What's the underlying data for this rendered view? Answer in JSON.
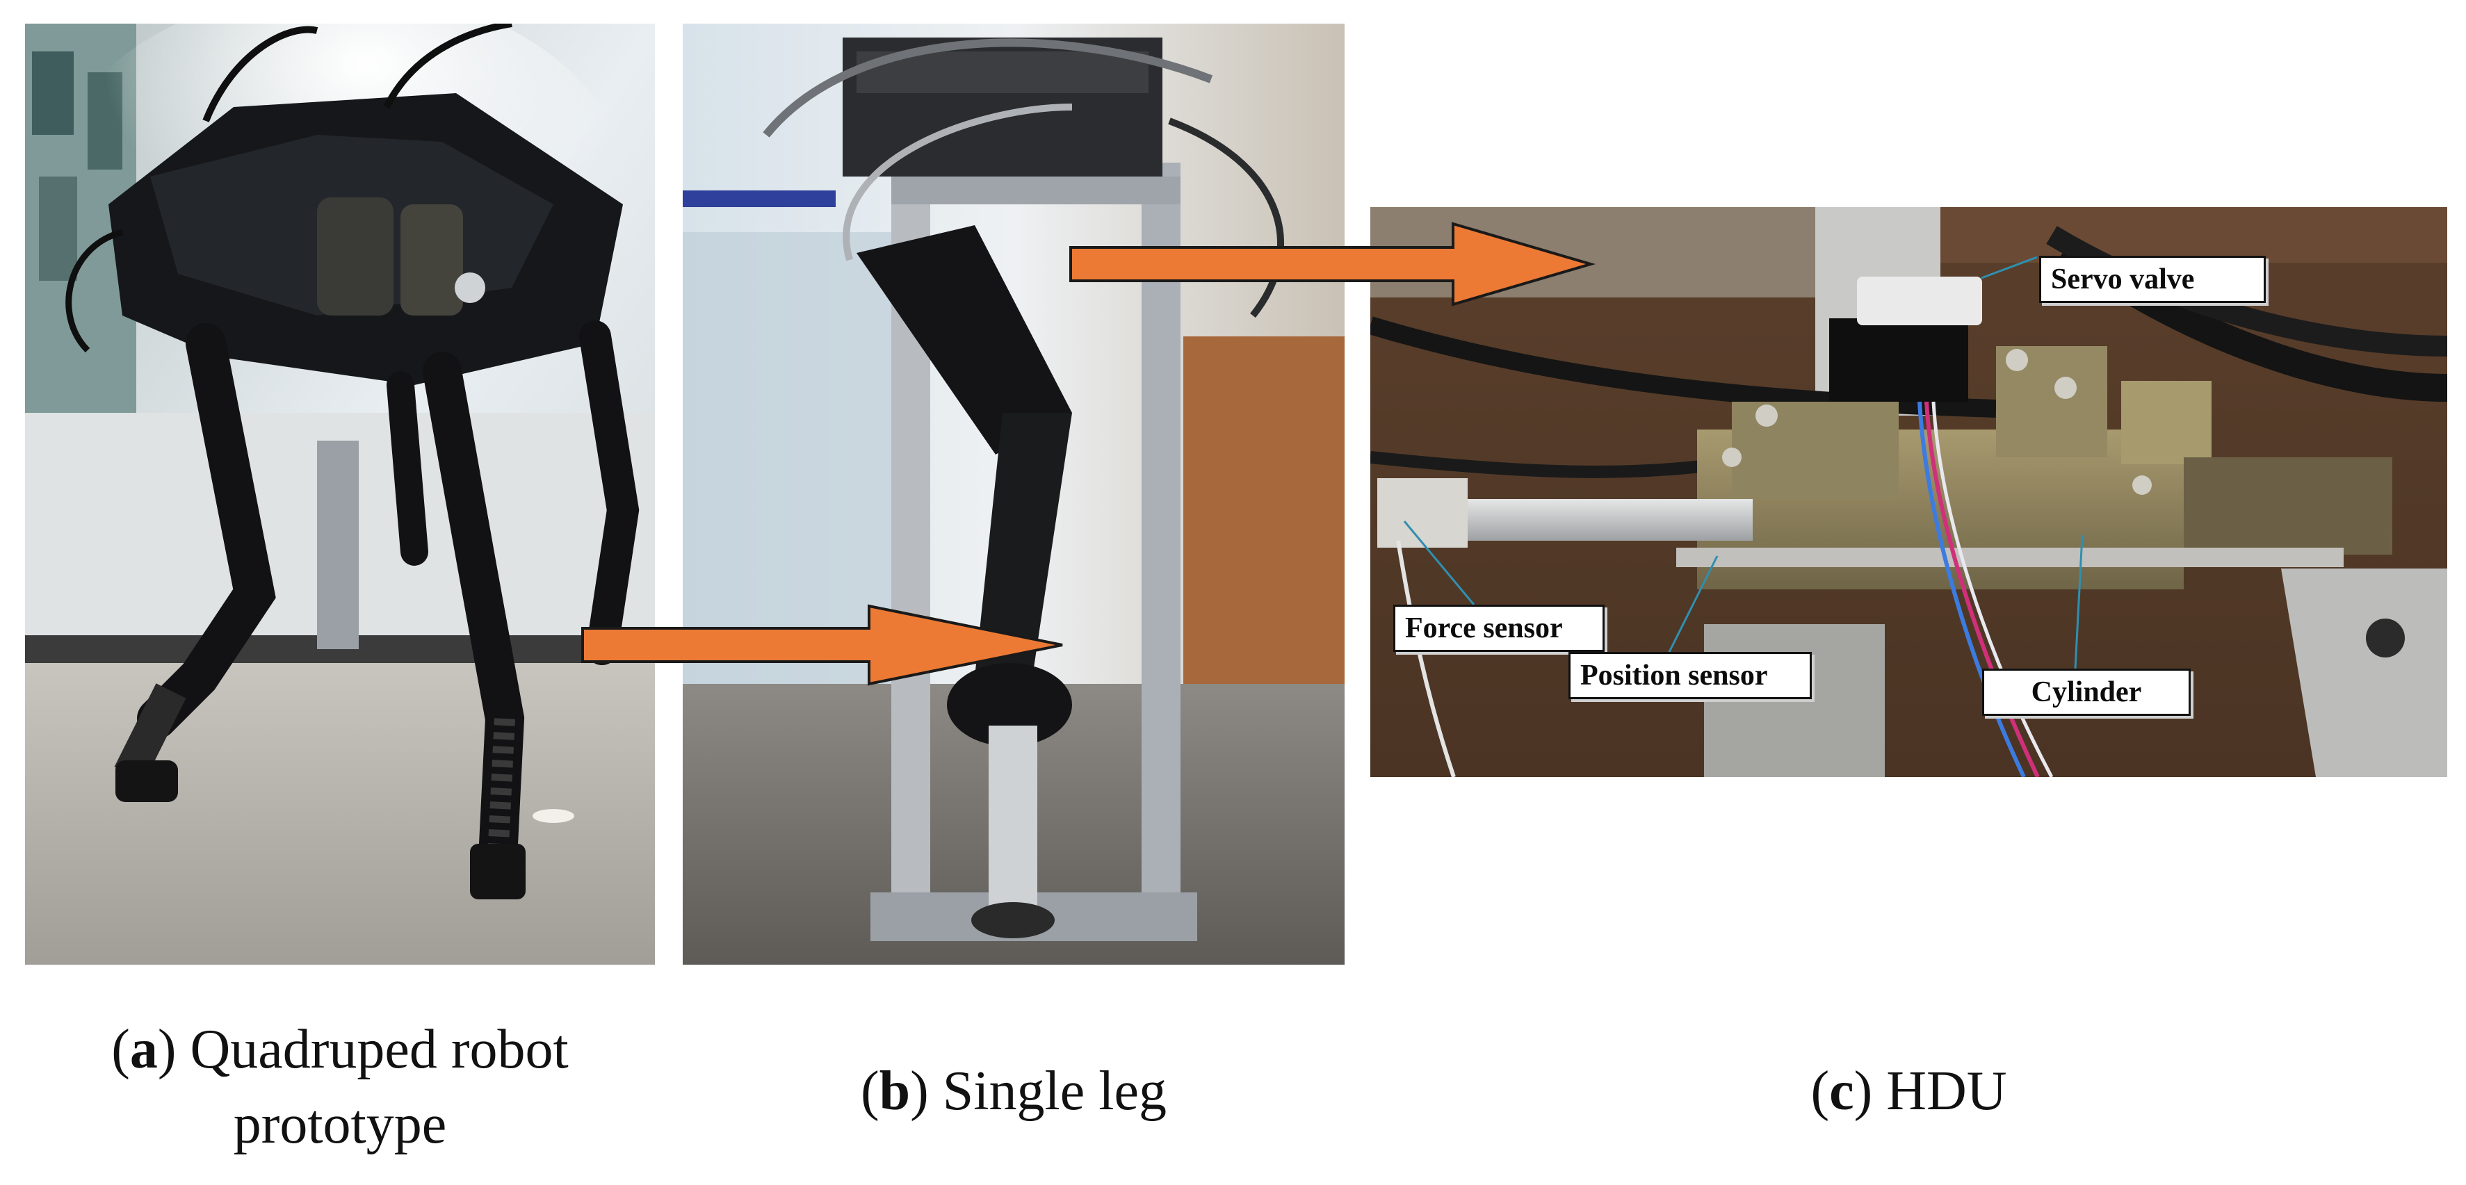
{
  "figure": {
    "panels": [
      {
        "letter": "a",
        "caption_line1": "Quadruped robot",
        "caption_line2": "prototype",
        "photo_icon": "quadruped-robot-photo"
      },
      {
        "letter": "b",
        "caption": "Single leg",
        "photo_icon": "single-leg-photo"
      },
      {
        "letter": "c",
        "caption": "HDU",
        "photo_icon": "hdu-photo",
        "callouts": {
          "servo_valve": "Servo valve",
          "force_sensor": "Force sensor",
          "position_sensor": "Position sensor",
          "cylinder": "Cylinder"
        }
      }
    ],
    "arrow_color": "#EC7A35",
    "arrow_outline_color": "#1a1a1a",
    "leader_line_color": "#2f8fb0"
  }
}
